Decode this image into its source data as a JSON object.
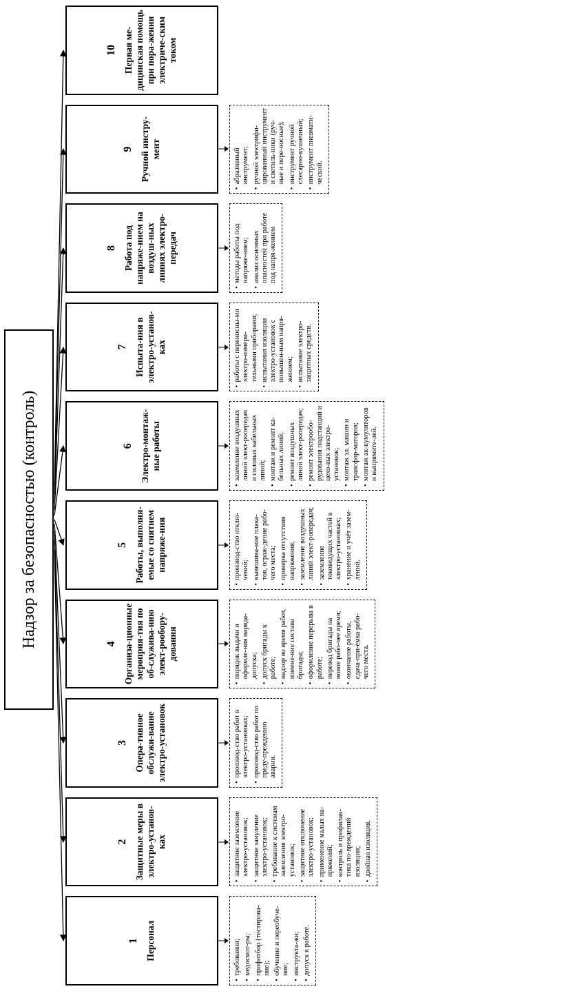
{
  "root": {
    "title": "Надзор за безопасностью (контроль)"
  },
  "colors": {
    "border": "#000000",
    "background": "#ffffff",
    "text": "#000000"
  },
  "columns": [
    {
      "number": "1",
      "title": "Персонал",
      "items": [
        "требования;",
        "медосмот-ры;",
        "профотбор (тестирова-ние);",
        "обучение и переобуче-ние;",
        "инструкта-жи;",
        "допуск к работе."
      ]
    },
    {
      "number": "2",
      "title": "Защитные меры в электро-установ-ках",
      "items": [
        "защитное заземление электро-установок;",
        "защитное зануление электро-установок;",
        "требование к системам заземления электро-установок;",
        "защитное отключение электро-установок;",
        "применение малых на-пряжений;",
        "контроль и профилак-тика по-вреждений изоляции;",
        "двойная изоляция."
      ]
    },
    {
      "number": "3",
      "title": "Опера-тивное обслужи-вание электро-установок",
      "items": [
        "производ-ство работ в электро-установках;",
        "производ-ство работ по преду-преждению аварии."
      ]
    },
    {
      "number": "4",
      "title": "Организа-ционные мероприя-тия по об-служива-нию элект-рообору-дования",
      "items": [
        "порядок выдачи и оформле-ния наряда-допуска;",
        "допуск бригады к работе;",
        "надзор во время работ, измене-ние состава бригады;",
        "оформление перерыва в работе;",
        "перевод бригады на новое рабо-чее время;",
        "окончание работы, сдача-при-ёмка рабо-чего места."
      ]
    },
    {
      "number": "5",
      "title": "Работы, выполня-емые со снятием напряже-ния",
      "items": [
        "производ-ство отклю-чений;",
        "вывешива-ние плака-тов, ограж-дение рабо-чего места;",
        "проверка отсутствия напряжения;",
        "заземление воздушных линий элект-ропередач;",
        "заземление токоведущих частей в электро-установках;",
        "хранение и учёт зазем-лений."
      ]
    },
    {
      "number": "6",
      "title": "Электро-монтаж-ные работы",
      "items": [
        "заземление воздушных линий элект-ропередач и силовых кабельных линий;",
        "монтаж и ремонт ка-бельных линий;",
        "ремонт воздушных линий элект-ропередач;",
        "ремонт электрообо-рудования подстанций и цехо-вых электро-установок;",
        "монтаж эл. машин и трансфор-маторов;",
        "монтаж ак-кумуляторов и выпрямите-лей."
      ]
    },
    {
      "number": "7",
      "title": "Испыта-ния в электро-установ-ках",
      "items": [
        "работы с переносны-ми электро-измери-тельными приборами;",
        "испытания изоляции электро-установок с повышен-ным напря-жением;",
        "испытание электро-защитных средств."
      ]
    },
    {
      "number": "8",
      "title": "Работа под напряже-нием на воздуш-ных линиях электро-передач",
      "items": [
        "методы работы под напряже-нием;",
        "анализ основных опасностей при работе под напря-жением"
      ]
    },
    {
      "number": "9",
      "title": "Ручной инстру-мент",
      "items": [
        "абразивный инструмент;",
        "ручной электрифи-цированный инструмент и светиль-ники (руч-ные и пере-носные);",
        "инструмент ручной слесарно-кузнечный;",
        "инструмент пневмати-ческий."
      ]
    },
    {
      "number": "10",
      "title": "Первая ме-дицинская помощь при пора-жении электриче-ским током",
      "items": []
    }
  ]
}
